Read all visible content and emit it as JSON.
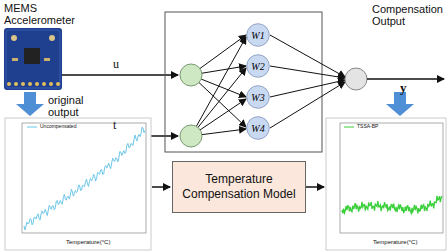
{
  "diagram": {
    "nodes": [
      {
        "text": [
          "W1"
        ]
      },
      {
        "text": [
          "W2"
        ]
      },
      {
        "text": [
          "W3"
        ]
      },
      {
        "text": [
          "W4"
        ]
      },
      {
        "text": [
          "Temperature Compensation Model"
        ]
      }
    ],
    "labels": [
      "MEMS Accelerometer",
      "u",
      "t",
      "Compensation Output",
      "y",
      "original output",
      "Uncompensated",
      "Temperature(°C)",
      "TSSA-BP",
      "Temperature(°C)"
    ]
  }
}
